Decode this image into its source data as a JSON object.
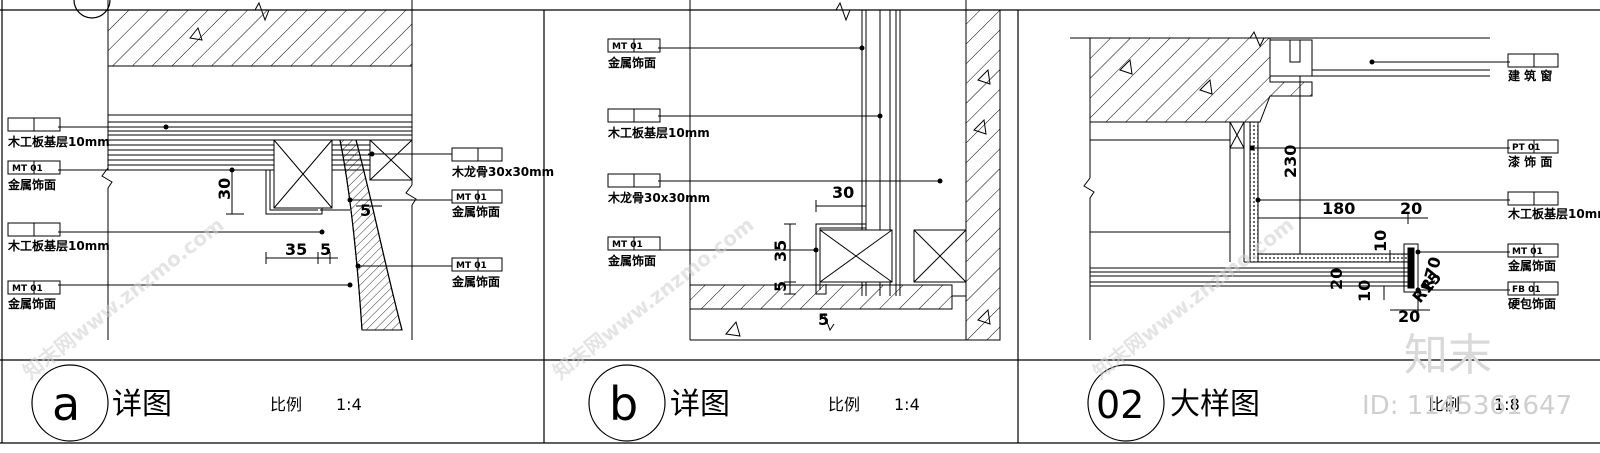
{
  "panels": {
    "a": {
      "callouts": [
        {
          "tag": "",
          "label": "木工板基层10mm"
        },
        {
          "tag": "MT 01",
          "label": "金属饰面"
        },
        {
          "tag": "",
          "label": "木工板基层10mm"
        },
        {
          "tag": "MT 01",
          "label": "金属饰面"
        },
        {
          "tag": "",
          "label": "木龙骨30x30mm"
        },
        {
          "tag": "MT 01",
          "label": "金属饰面"
        },
        {
          "tag": "MT 01",
          "label": "金属饰面"
        }
      ],
      "dims": [
        "30",
        "35",
        "5",
        "5"
      ],
      "circle": "a",
      "title": "详图",
      "scale_label": "比例",
      "scale_value": "1:4"
    },
    "b": {
      "callouts": [
        {
          "tag": "MT 01",
          "label": "金属饰面"
        },
        {
          "tag": "",
          "label": "木工板基层10mm"
        },
        {
          "tag": "",
          "label": "木龙骨30x30mm"
        },
        {
          "tag": "MT 01",
          "label": "金属饰面"
        }
      ],
      "dims": [
        "30",
        "35",
        "5",
        "5"
      ],
      "circle": "b",
      "title": "详图",
      "scale_label": "比例",
      "scale_value": "1:4"
    },
    "c": {
      "callouts": [
        {
          "tag": "",
          "label": "建 筑 窗"
        },
        {
          "tag": "PT 01",
          "label": "漆 饰 面"
        },
        {
          "tag": "",
          "label": "木工板基层10mm"
        },
        {
          "tag": "MT 01",
          "label": "金属饰面"
        },
        {
          "tag": "FB 01",
          "label": "硬包饰面"
        }
      ],
      "dims": [
        "230",
        "180",
        "20",
        "10",
        "R70",
        "20",
        "10",
        "R15",
        "20"
      ],
      "circle": "02",
      "title": "大样图",
      "scale_label": "比例",
      "scale_value": "1:8"
    }
  },
  "watermarks": {
    "diag": "www.znzmo.com",
    "diag2": "知末网www.znzmo.com",
    "brand": "知末",
    "id": "ID: 1145361647"
  }
}
